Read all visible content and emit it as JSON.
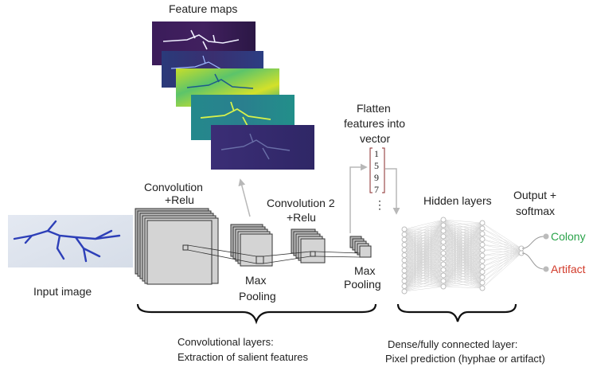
{
  "labels": {
    "feature_maps": "Feature maps",
    "input_image": "Input image",
    "conv1_line1": "Convolution",
    "conv1_line2": "+Relu",
    "maxpool1_line1": "Max",
    "maxpool1_line2": "Pooling",
    "conv2_line1": "Convolution 2",
    "conv2_line2": "+Relu",
    "maxpool2_line1": "Max",
    "maxpool2_line2": "Pooling",
    "flatten_line1": "Flatten",
    "flatten_line2": "features into",
    "flatten_line3": "vector",
    "hidden_layers": "Hidden layers",
    "output_line1": "Output +",
    "output_line2": "softmax",
    "class_colony": "Colony",
    "class_artifact": "Artifact",
    "conv_section_line1": "Convolutional layers:",
    "conv_section_line2": "Extraction of salient features",
    "dense_section_line1": "Dense/fully connected layer:",
    "dense_section_line2": "Pixel prediction (hyphae or artifact)"
  },
  "vector": {
    "values": [
      "1",
      "5",
      "9",
      "7"
    ],
    "ellipsis": "⋮"
  },
  "colors": {
    "colony": "#2aa34a",
    "artifact": "#d23a2a",
    "arrow": "#b8b8b8",
    "node": "#cfcfcf",
    "hyphae": "#2d3fb8"
  }
}
